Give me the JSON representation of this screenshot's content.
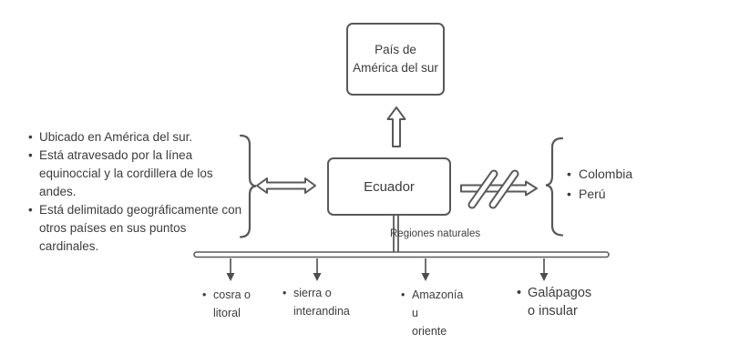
{
  "colors": {
    "background": "#ffffff",
    "line": "#595959",
    "arrow_fill": "#4d4d4d",
    "text": "#3c3c3c"
  },
  "nodes": {
    "parent_box": {
      "label": "País de América del sur"
    },
    "main_box": {
      "label": "Ecuador"
    }
  },
  "left_notes": {
    "items": [
      "Ubicado en América del sur.",
      "Está atravesado por la línea equinoccial y la cordillera de los andes.",
      "Está delimitado geográficamente con otros países en sus puntos cardinales."
    ]
  },
  "right_notes": {
    "items": [
      "Colombia",
      "Perú"
    ]
  },
  "regions": {
    "label": "Regiones naturales",
    "items": [
      {
        "name": "cosra o litoral",
        "lines": [
          "cosra o",
          "litoral"
        ]
      },
      {
        "name": "sierra o interandina",
        "lines": [
          "sierra o",
          "interandina"
        ]
      },
      {
        "name": "Amazonía u oriente",
        "lines": [
          "Amazonía",
          "u",
          "oriente"
        ]
      },
      {
        "name": "Galápagos o insular",
        "lines": [
          "Galápagos",
          "o insular"
        ]
      }
    ]
  }
}
